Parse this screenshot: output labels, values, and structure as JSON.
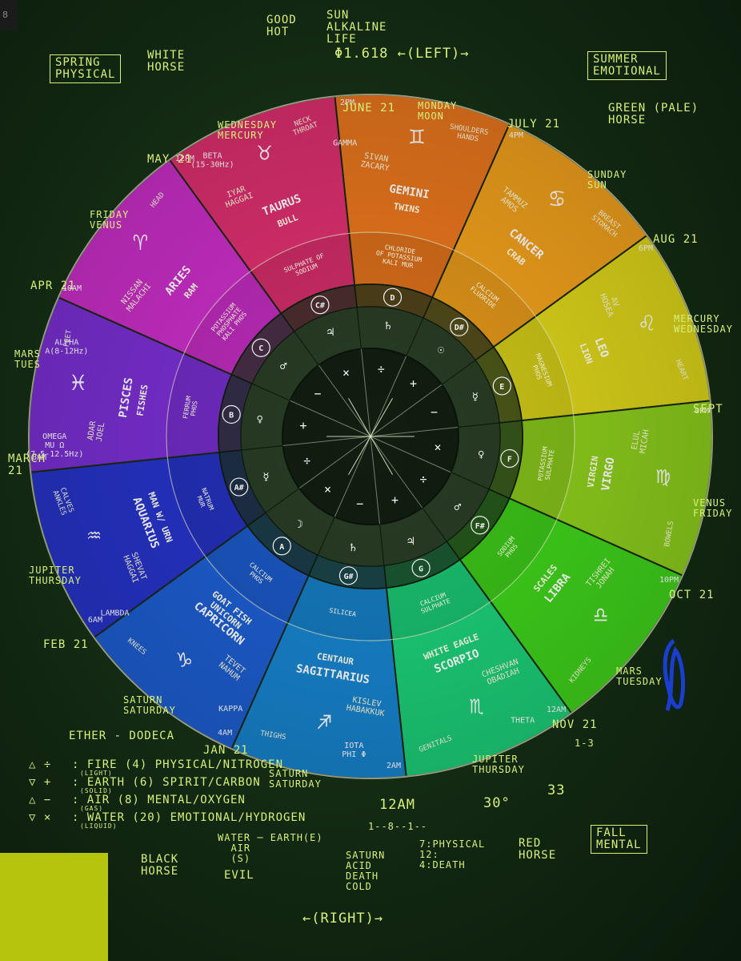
{
  "corner_label": "8",
  "top": {
    "good_hot": "GOOD\nHOT",
    "sun_alkaline": "SUN\nALKALINE\nLIFE",
    "phi_left": "Φ1.618 ←(LEFT)→"
  },
  "seasons": {
    "spring": "SPRING\nPHYSICAL",
    "white_horse": "WHITE\nHORSE",
    "summer": "SUMMER\nEMOTIONAL",
    "green_horse": "GREEN (PALE)\nHORSE",
    "fall": "FALL\nMENTAL",
    "red_horse": "RED\nHORSE",
    "black_horse": "BLACK\nHORSE",
    "evil": "EVIL"
  },
  "dates": {
    "may": "MAY 21",
    "june": "JUNE 21",
    "july": "JULY 21",
    "aug": "AUG 21",
    "sept": "SEPT",
    "oct": "OCT 21",
    "nov": "NOV 21",
    "jan": "JAN 21",
    "feb": "FEB 21",
    "march": "MARCH\n21",
    "apr": "APR 21"
  },
  "outer_notes": {
    "wednesday": "WEDNESDAY\nMERCURY",
    "monday": "MONDAY\nMOON",
    "sunday": "SUNDAY\nSUN",
    "friday": "FRIDAY\nVENUS",
    "mercury_wed": "MERCURY\nWEDNESDAY",
    "mars_tues": "MARS\nTUES",
    "venus_friday": "VENUS\nFRIDAY",
    "jupiter_thursday": "JUPITER\nTHURSDAY",
    "mars_tuesday": "MARS\nTUESDAY",
    "saturn_saturday": "SATURN\nSATURDAY",
    "jupiter_thursday2": "JUPITER\nTHURSDAY",
    "saturn_saturday2": "SATURN\nSATURDAY",
    "nov_time": "1-3",
    "time_12am": "12AM",
    "thirty": "30°",
    "thirty_three": "33",
    "seq": "1--8--1--",
    "saturn_acid": "SATURN\nACID\nDEATH\nCOLD",
    "physical_7": "7:PHYSICAL\n12:\n4:DEATH",
    "right": "←(RIGHT)→",
    "ether": "ETHER - DODECA",
    "fire_water": "WATER ─ EARTH(E)\n  AIR\n  (S)"
  },
  "legend": [
    {
      "symbol": "△ ÷",
      "text": ": FIRE (4) PHYSICAL/NITROGEN",
      "sub": "(LIGHT)"
    },
    {
      "symbol": "▽ +",
      "text": ": EARTH (6) SPIRIT/CARBON",
      "sub": "(SOLID)"
    },
    {
      "symbol": "△ −",
      "text": ": AIR (8) MENTAL/OXYGEN",
      "sub": "(GAS)"
    },
    {
      "symbol": "▽ ×",
      "text": ": WATER (20) EMOTIONAL/HYDROGEN",
      "sub": "(LIQUID)"
    }
  ],
  "signs": [
    {
      "name": "GEMINI",
      "sub": "TWINS",
      "extra": "SIVAN\nZACARY",
      "glyph": "♊",
      "body": "SHOULDERS\nHANDS",
      "color": "#e8761d"
    },
    {
      "name": "CANCER",
      "sub": "CRAB",
      "extra": "TAMMUZ\nAMOS",
      "glyph": "♋",
      "body": "BREAST\nSTOMACH",
      "color": "#f0a01c"
    },
    {
      "name": "LEO",
      "sub": "LION",
      "extra": "AV\nHOSEA",
      "glyph": "♌",
      "body": "HEART",
      "color": "#dcd41a"
    },
    {
      "name": "VIRGO",
      "sub": "VIRGIN",
      "extra": "ELUL\nMICAH",
      "glyph": "♍",
      "body": "BOWELS",
      "color": "#8ccd1c"
    },
    {
      "name": "LIBRA",
      "sub": "SCALES",
      "extra": "TISHREI\nJONAH",
      "glyph": "♎",
      "body": "KIDNEYS",
      "color": "#3fd21b"
    },
    {
      "name": "SCORPIO",
      "sub": "WHITE EAGLE",
      "extra": "CHESHVAN\nOBADIAH",
      "glyph": "♏",
      "body": "GENITALS",
      "color": "#1ccf78"
    },
    {
      "name": "SAGITTARIUS",
      "sub": "CENTAUR",
      "extra": "KISLEV\nHABAKKUK",
      "glyph": "♐",
      "body": "THIGHS",
      "color": "#1784ce"
    },
    {
      "name": "CAPRICORN",
      "sub": "GOAT FISH\nUNICORN",
      "extra": "TEVET\nNAHUM",
      "glyph": "♑",
      "body": "KNEES",
      "color": "#1d5ed1"
    },
    {
      "name": "AQUARIUS",
      "sub": "MAN W/ URN",
      "extra": "SHEVAT\nHAGGAI",
      "glyph": "♒",
      "body": "CALVES\nANKLES",
      "color": "#2633c8"
    },
    {
      "name": "PISCES",
      "sub": "FISHES",
      "extra": "ADAR\nJOEL",
      "glyph": "♓",
      "body": "FEET",
      "color": "#7a2fd3"
    },
    {
      "name": "ARIES",
      "sub": "RAM",
      "extra": "NISSAN\nMALACHI",
      "glyph": "♈",
      "body": "HEAD",
      "color": "#c92ec7"
    },
    {
      "name": "TAURUS",
      "sub": "BULL",
      "extra": "IYAR\nHAGGAI",
      "glyph": "♉",
      "body": "NECK\nTHROAT",
      "color": "#dd2f6f"
    }
  ],
  "salts": [
    "CHLORIDE\nOF POTASSIUM\nKALI MUR",
    "CALCIUM\nFLUORIDE",
    "MAGNESIUM\nPHOS",
    "POTASSIUM\nSULPHATE",
    "SODIUM\nPHOS",
    "CALCIUM\nSULPHATE",
    "SILICEA",
    "CALCIUM\nPHOS",
    "NATRUM\nMUR",
    "FERRUM\nPHOS",
    "POTASSIUM\nPHOSPHATE\nKALI PHOS",
    "SULPHATE OF\nSODIUM"
  ],
  "wave_labels": [
    {
      "key": "beta",
      "text": "BETA\n(15-30Hz)"
    },
    {
      "key": "alpha",
      "text": "ALPHA\nA(8-12Hz)"
    },
    {
      "key": "omega",
      "text": "OMEGA\nMU Ω\n(7.5-12.5Hz)"
    },
    {
      "key": "lambda",
      "text": "LAMBDA"
    },
    {
      "key": "kappa",
      "text": "KAPPA"
    },
    {
      "key": "iota",
      "text": "IOTA\nPHI Φ"
    },
    {
      "key": "theta",
      "text": "THETA"
    },
    {
      "key": "gamma",
      "text": "GAMMA"
    }
  ],
  "hours": [
    "2PM",
    "4PM",
    "6PM",
    "8PM",
    "10PM",
    "12AM",
    "2AM",
    "4AM",
    "6AM",
    "8AM",
    "10AM",
    "12PM"
  ],
  "notes_ring": [
    "D#",
    "E",
    "F",
    "F#",
    "G",
    "G#",
    "A",
    "A#",
    "B",
    "C",
    "C#",
    "D"
  ],
  "note_colors": [
    "ORANGE",
    "YELLOW",
    "RED",
    "GREEN"
  ],
  "planets": [
    "☉",
    "☿",
    "♀",
    "♂",
    "♃",
    "♄",
    "☽",
    "☿",
    "♀",
    "♂",
    "♃",
    "♄"
  ],
  "inner_ops": [
    "÷",
    "+",
    "−",
    "×",
    "÷",
    "+",
    "−",
    "×",
    "÷",
    "+",
    "−",
    "×"
  ]
}
